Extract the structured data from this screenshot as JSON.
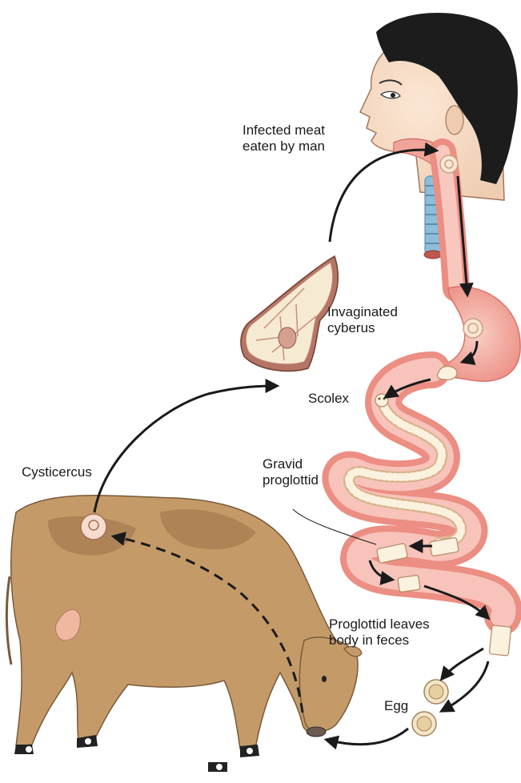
{
  "labels": {
    "infected_meat": "Infected meat\neaten by man",
    "invaginated": "Invaginated\ncyberus",
    "scolex": "Scolex",
    "gravid": "Gravid\nproglottid",
    "cysticercus": "Cysticercus",
    "proglottid_leaves": "Proglottid leaves\nbody in feces",
    "egg": "Egg"
  },
  "colors": {
    "skin": "#f5dcc6",
    "hair": "#1c1c1c",
    "gut": "#f2a49a",
    "gut_dark": "#e07a70",
    "gut_inner": "#f9d8d0",
    "worm": "#fbf1df",
    "cow": "#c49a68",
    "cow_dark": "#9e7750",
    "meat_fat": "#f6ead2",
    "meat_red": "#b57565",
    "trachea": "#7fb4d3",
    "arrow": "#1a1a1a"
  }
}
